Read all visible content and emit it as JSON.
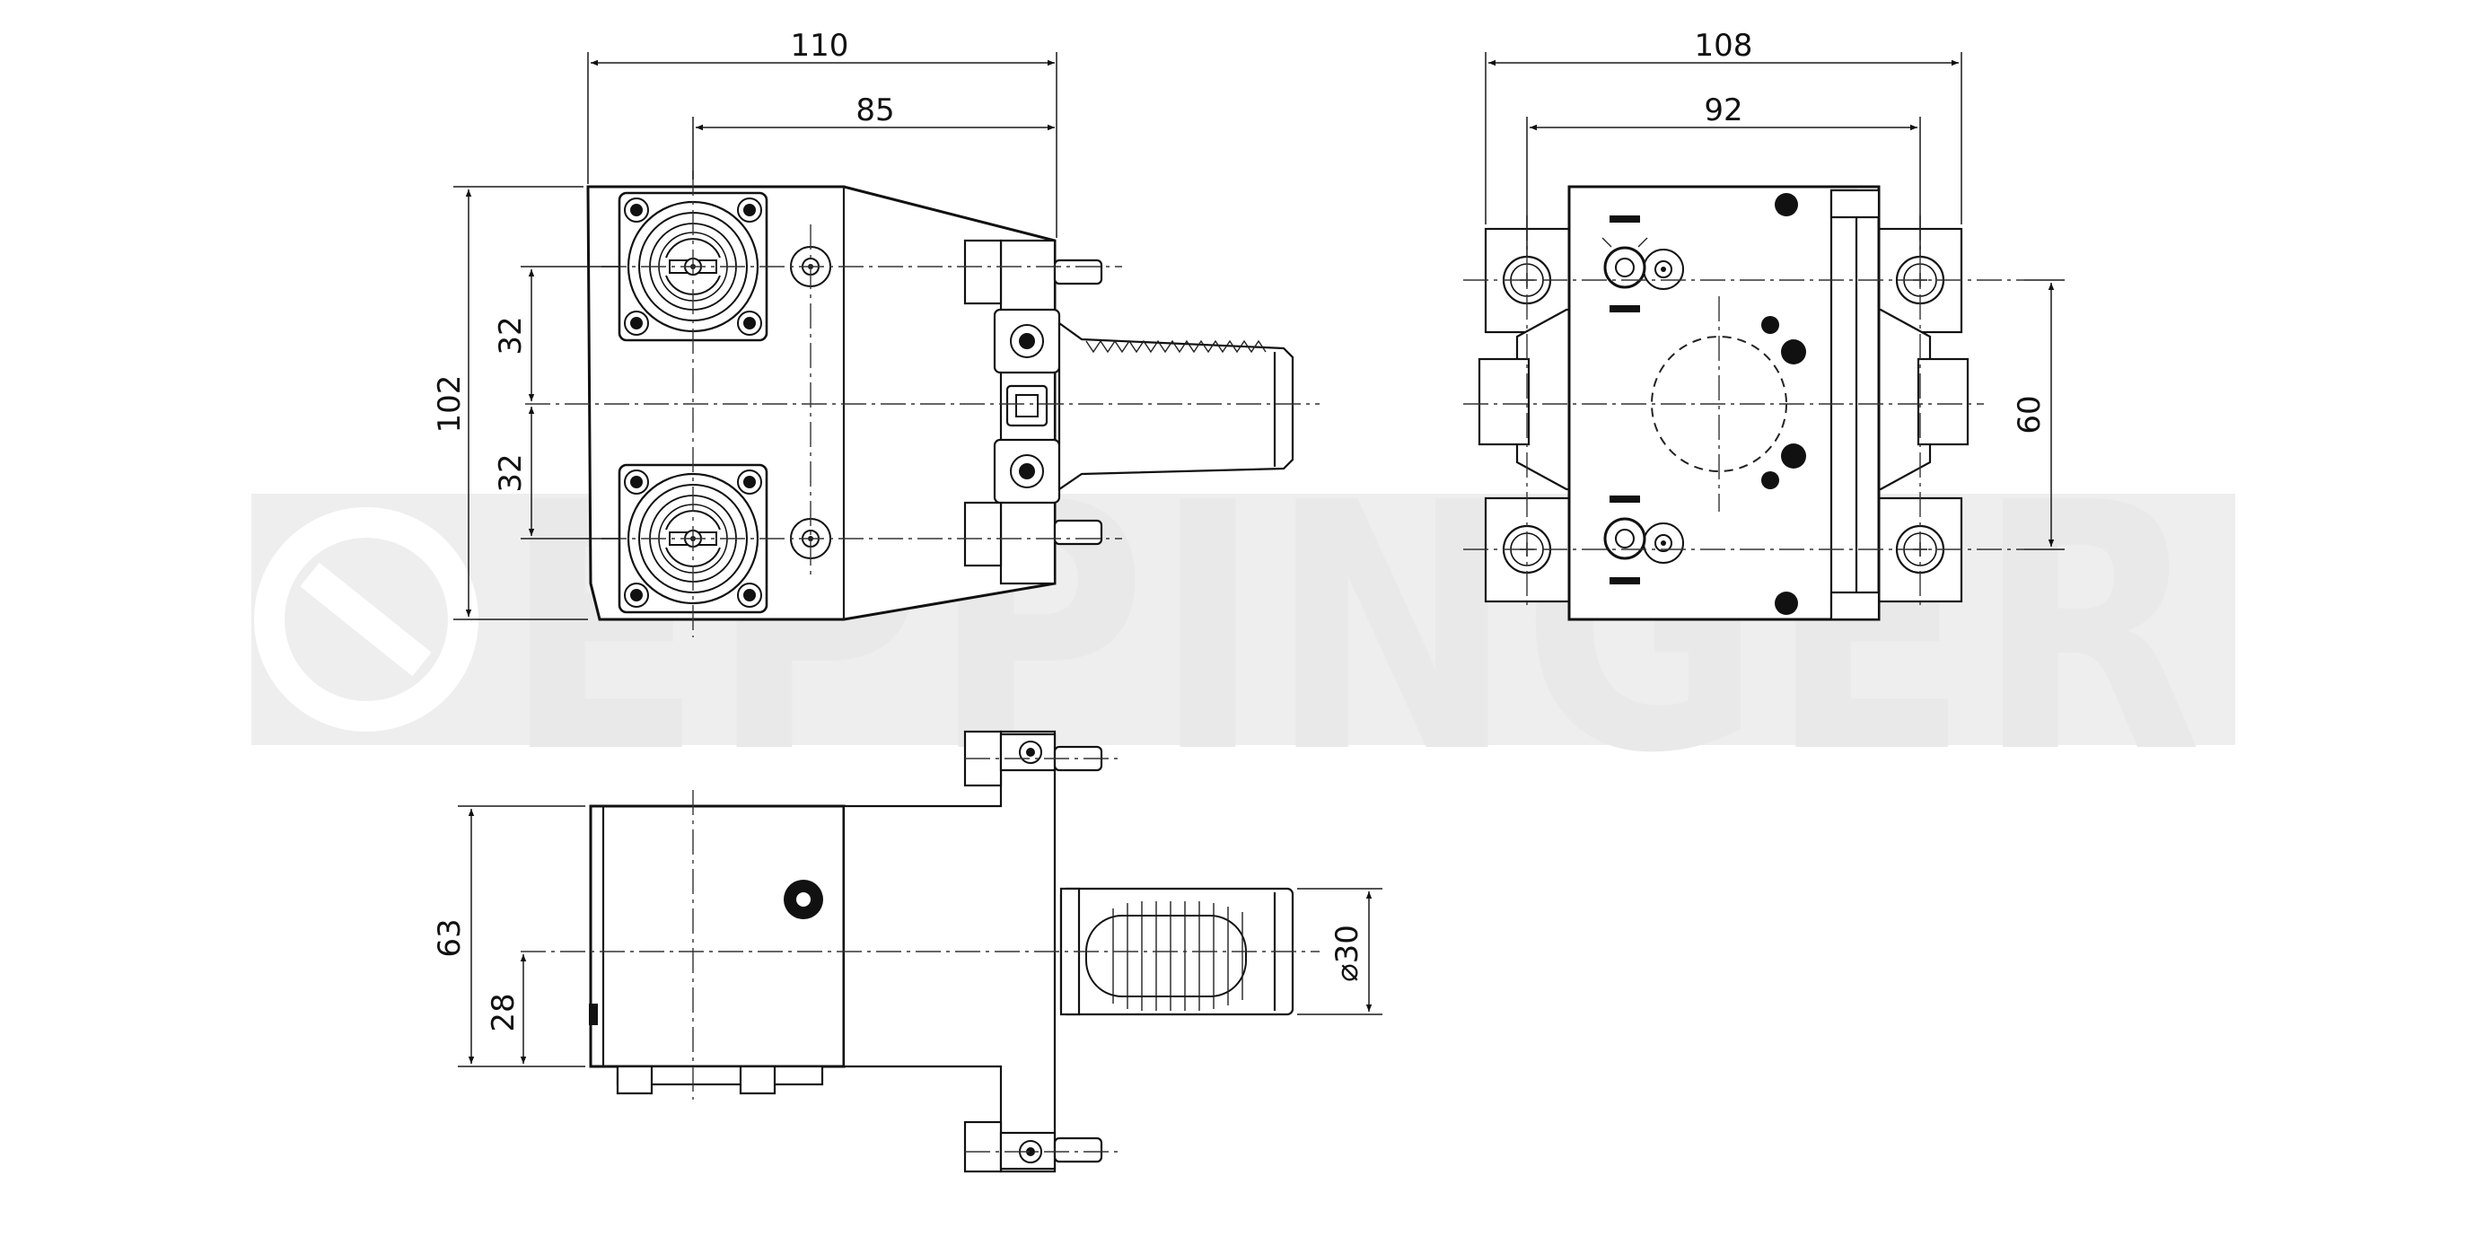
{
  "watermark": {
    "text": "EPPINGER",
    "color": "#e8e8e8"
  },
  "dimensions": {
    "front_overall_width": "110",
    "front_axis_to_mount": "85",
    "front_overall_height": "102",
    "front_spindle_upper_offset": "32",
    "front_spindle_lower_offset": "32",
    "side_overall_width": "108",
    "side_hole_spacing": "92",
    "side_height": "60",
    "top_height": "63",
    "top_axis_height": "28",
    "shank_diameter": "⌀30"
  },
  "colors": {
    "line": "#111111",
    "background": "#ffffff"
  }
}
